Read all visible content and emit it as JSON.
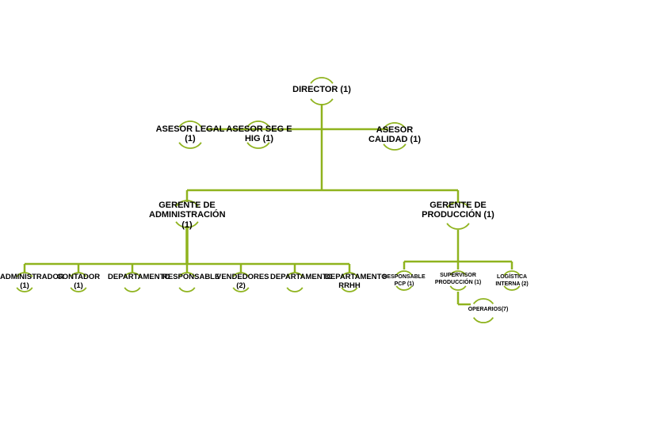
{
  "org_chart": {
    "line_color": "#8fb31e",
    "director": "DIRECTOR (1)",
    "asesor_legal": "ASESOR LEGAL (1)",
    "asesor_seg": "ASESOR SEG E HIG (1)",
    "asesor_calidad": "ASESOR CALIDAD (1)",
    "gerente_admin": "GERENTE DE ADMINISTRACIÓN (1)",
    "gerente_prod": "GERENTE DE PRODUCCIÓN (1)",
    "admin_children": [
      "ADMINISTRADOR (1)",
      "CONTADOR (1)",
      "DEPARTAMENTO",
      "RESPONSABLE",
      "VENDEDORES (2)",
      "DEPARTAMENTO",
      "DEPARTAMENTO RRHH"
    ],
    "prod_children": [
      "RESPONSABLE PCP (1)",
      "SUPERVISOR PRODUCCIÓN (1)",
      "LOGÍSTICA INTERNA (2)"
    ],
    "operarios": "OPERARIOS(7)"
  }
}
